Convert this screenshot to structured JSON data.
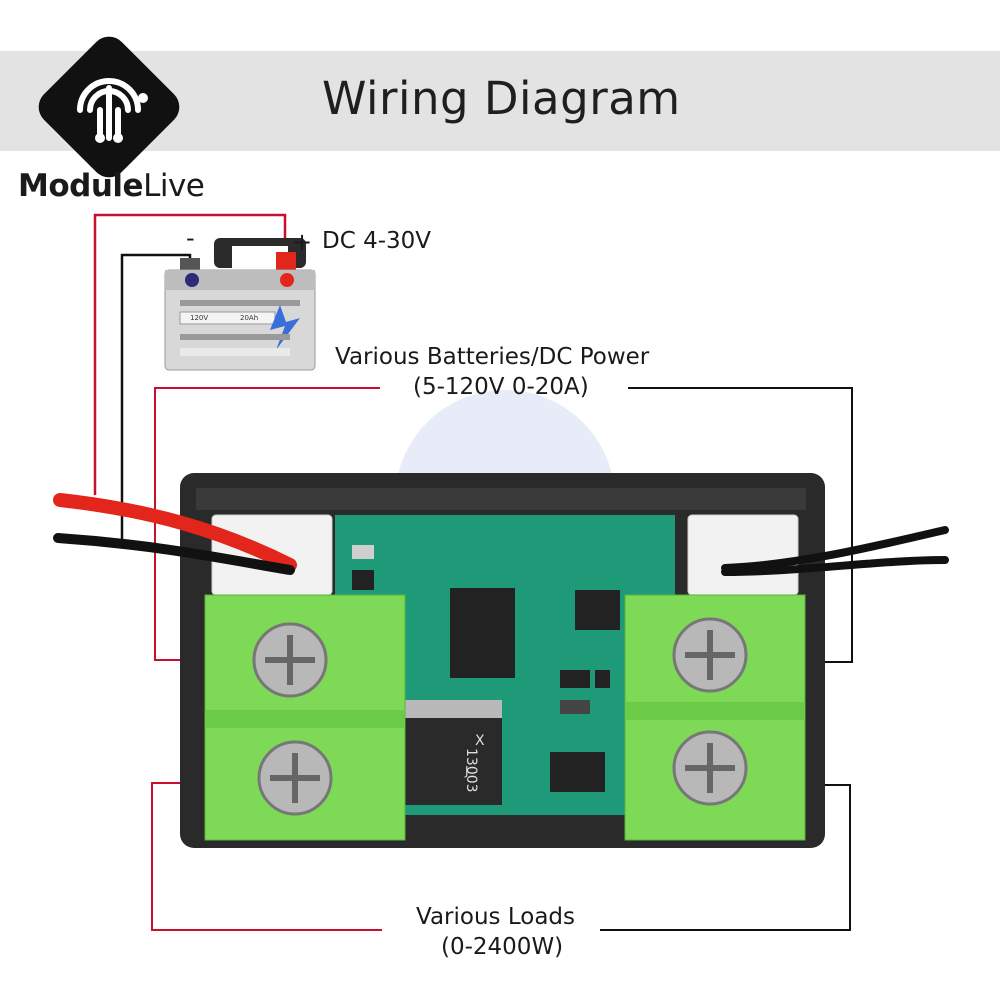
{
  "header": {
    "title": "Wiring Diagram"
  },
  "brand": {
    "name_bold": "Module",
    "name_light": "Live"
  },
  "battery": {
    "neg_sign": "-",
    "pos_sign": "+",
    "voltage_label": "DC 4-30V",
    "spec_voltage": "120V",
    "spec_capacity": "20Ah"
  },
  "source": {
    "line1": "Various Batteries/DC Power",
    "line2": "(5-120V  0-20A)"
  },
  "load": {
    "line1": "Various Loads",
    "line2": "(0-2400W)"
  },
  "board": {
    "ic_text1": "13003",
    "ic_text2": "J",
    "ic_text3": "X"
  },
  "colors": {
    "wire_red": "#e2261c",
    "wire_black": "#111111",
    "pcb": "#1f9a78",
    "terminal": "#7ed957",
    "frame": "#2a2a2a",
    "leader_red": "#c8102e",
    "leader_black": "#111111"
  }
}
